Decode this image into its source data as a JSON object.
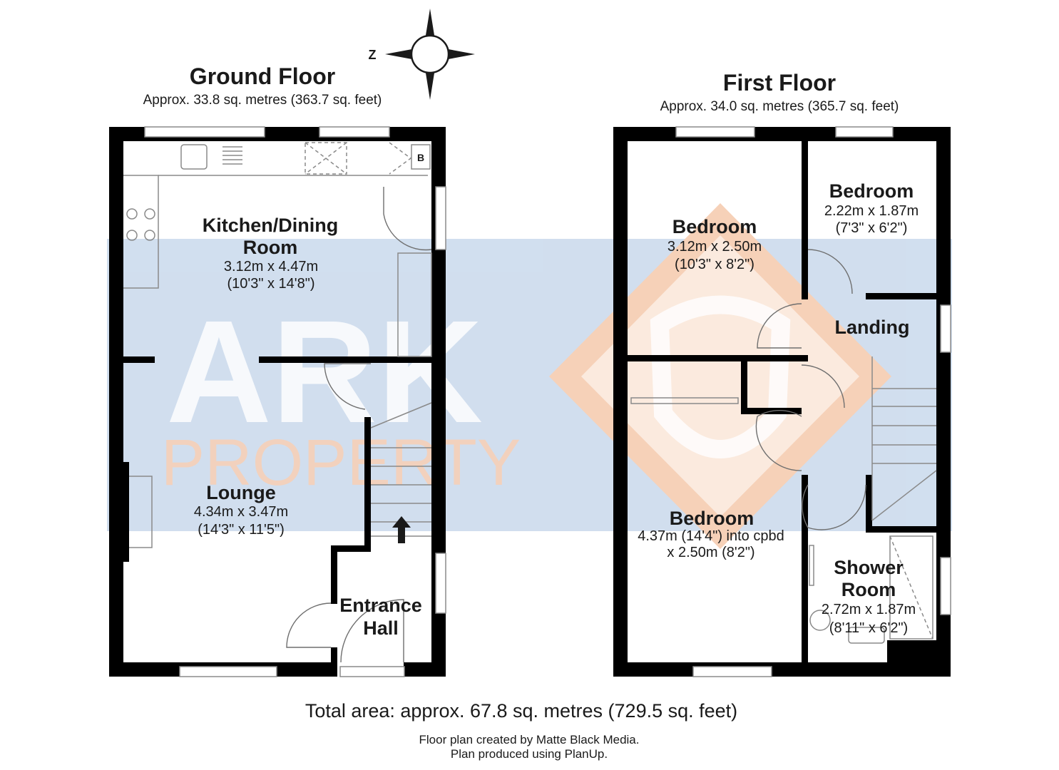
{
  "watermark": {
    "brand": "ARK",
    "sub": "PROPERTY",
    "band_color": "#c9d9ec",
    "accent_color": "#f5c9ac"
  },
  "compass": {
    "letter": "Z"
  },
  "ground_floor": {
    "title": "Ground Floor",
    "area": "Approx. 33.8 sq. metres (363.7 sq. feet)",
    "rooms": {
      "kitchen": {
        "name_line1": "Kitchen/Dining",
        "name_line2": "Room",
        "dim1": "3.12m x 4.47m",
        "dim2": "(10'3\" x 14'8\")"
      },
      "lounge": {
        "name": "Lounge",
        "dim1": "4.34m x 3.47m",
        "dim2": "(14'3\" x 11'5\")"
      },
      "hall": {
        "name_line1": "Entrance",
        "name_line2": "Hall"
      }
    },
    "boiler_label": "B"
  },
  "first_floor": {
    "title": "First Floor",
    "area": "Approx. 34.0 sq. metres (365.7 sq. feet)",
    "rooms": {
      "bedroom1": {
        "name": "Bedroom",
        "dim1": "3.12m x 2.50m",
        "dim2": "(10'3\" x 8'2\")"
      },
      "bedroom2": {
        "name": "Bedroom",
        "dim1": "2.22m x 1.87m",
        "dim2": "(7'3\" x 6'2\")"
      },
      "landing": {
        "name": "Landing"
      },
      "bedroom3": {
        "name": "Bedroom",
        "dim1": "4.37m (14'4\") into cpbd",
        "dim2": "x 2.50m (8'2\")"
      },
      "shower": {
        "name_line1": "Shower",
        "name_line2": "Room",
        "dim1": "2.72m x 1.87m",
        "dim2": "(8'11\" x 6'2\")"
      }
    }
  },
  "total_area": "Total area: approx. 67.8 sq. metres (729.5 sq. feet)",
  "credits": {
    "line1": "Floor plan created by Matte Black Media.",
    "line2": "Plan produced using PlanUp."
  }
}
